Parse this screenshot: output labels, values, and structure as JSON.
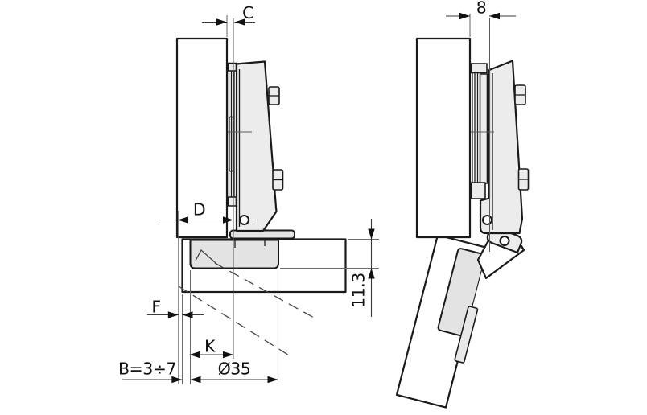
{
  "drawing": {
    "description": "Concealed cabinet hinge mounting diagram, closed view (left) and open view (right)",
    "labels": {
      "c": "C",
      "eight": "8",
      "d": "D",
      "f": "F",
      "k": "K",
      "diameter": "Ø35",
      "b_range": "B=3÷7",
      "cup_depth": "11.3"
    },
    "colors": {
      "outline": "#1a1a1a",
      "metal_fill": "#ececec",
      "cup_fill": "#e3e3e3",
      "dimension_line": "#3a3a3a",
      "extension_line": "#6b6b6b",
      "background": "#ffffff"
    }
  }
}
